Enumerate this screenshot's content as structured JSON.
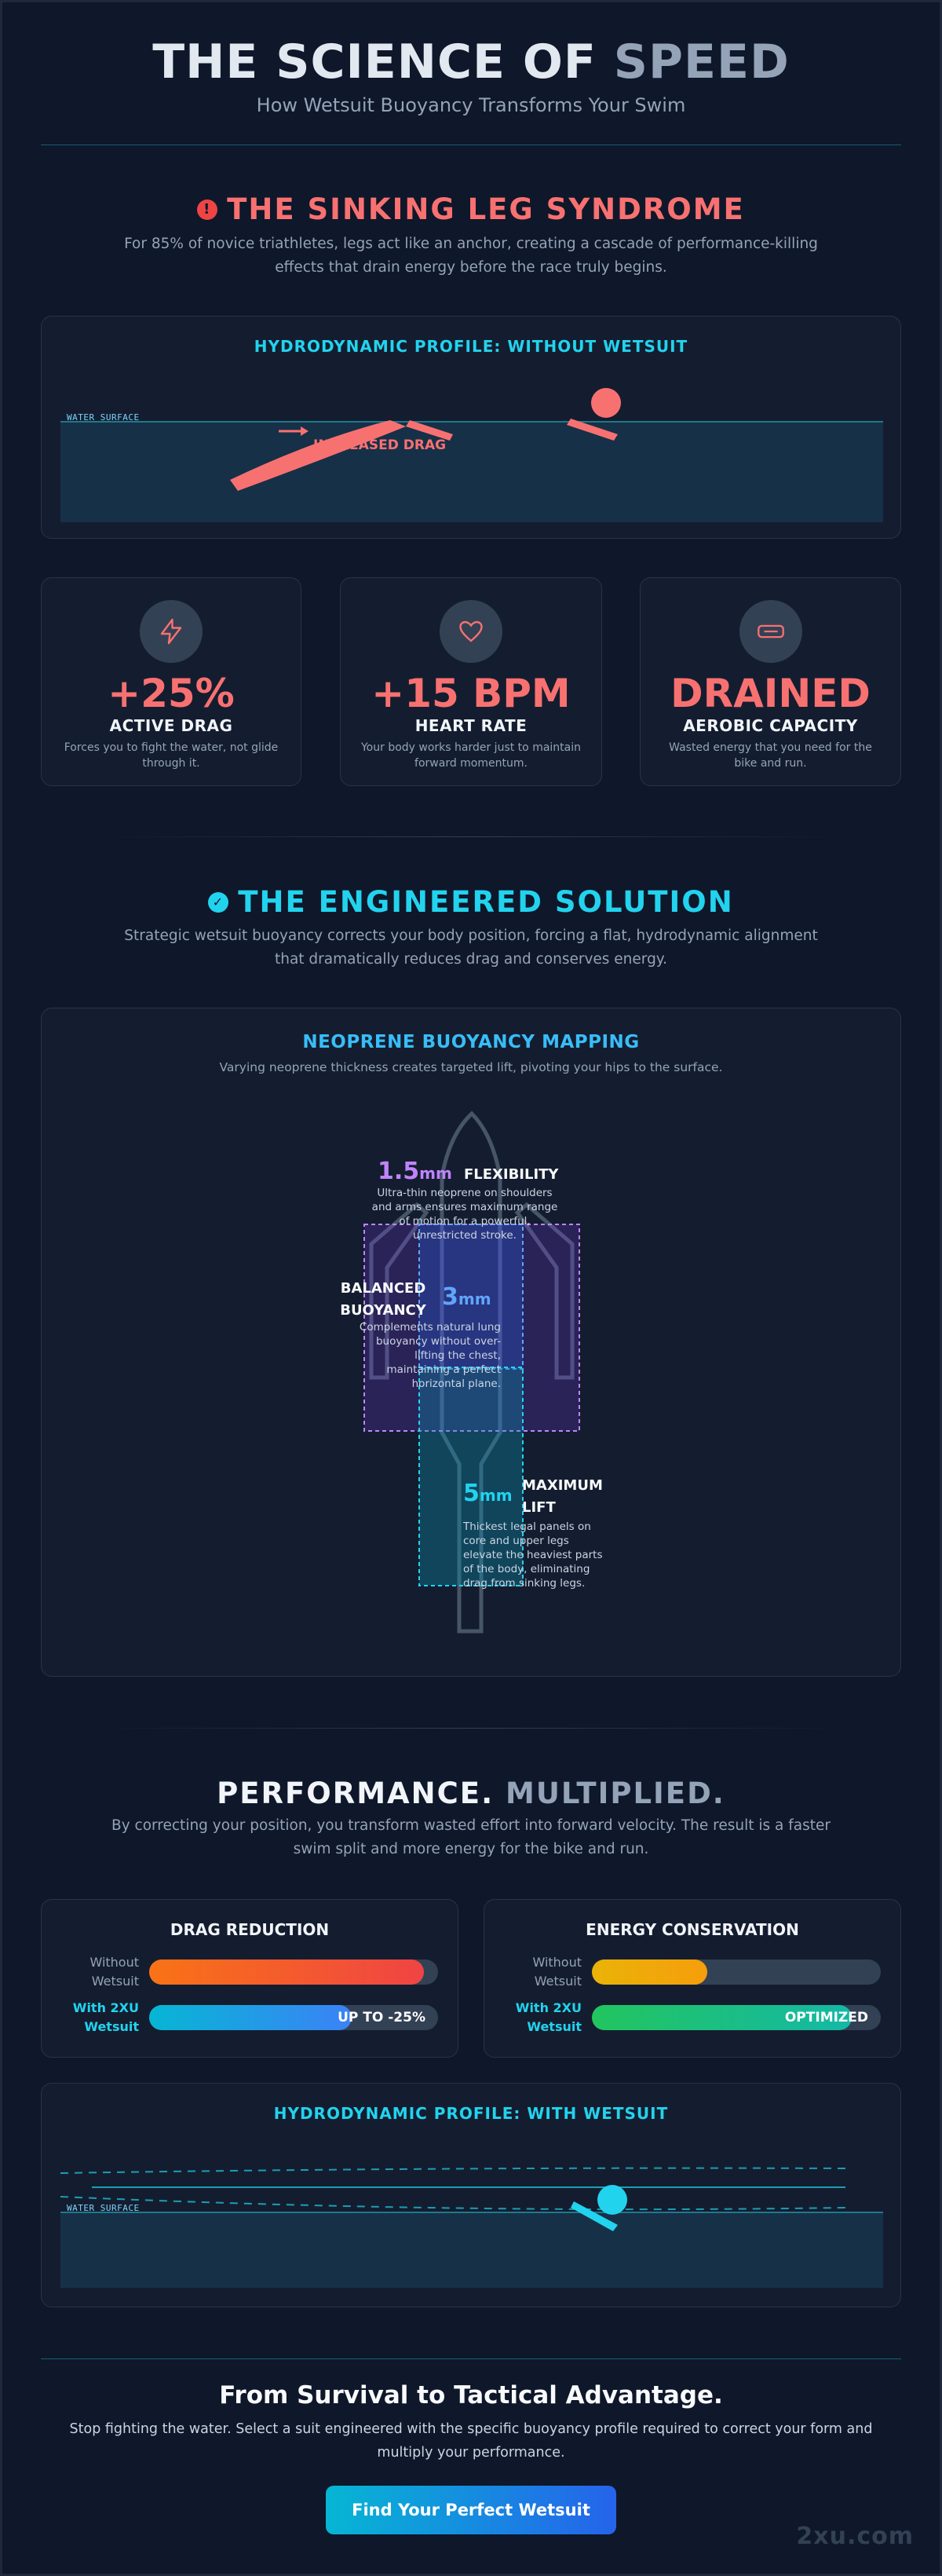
{
  "hero": {
    "title_main": "THE SCIENCE OF ",
    "title_accent": "SPEED",
    "subtitle": "How Wetsuit Buoyancy Transforms Your Swim"
  },
  "problem": {
    "title": "THE SINKING LEG SYNDROME",
    "description_line1": "For 85% of novice triathletes, legs act like an anchor, creating a cascade of performance-killing",
    "description_line2": "effects that drain energy before the race truly begins.",
    "profile_title": "HYDRODYNAMIC PROFILE: WITHOUT WETSUIT",
    "water_label": "WATER SURFACE",
    "drag_label": "INCREASED DRAG"
  },
  "stats": [
    {
      "value": "+25%",
      "label": "ACTIVE DRAG",
      "desc_line1": "Forces you to fight the water, not glide",
      "desc_line2": "through it.",
      "icon": "lightning-icon"
    },
    {
      "value": "+15 BPM",
      "label": "HEART RATE",
      "desc_line1": "Your body works harder just to maintain",
      "desc_line2": "forward momentum.",
      "icon": "heart-icon"
    },
    {
      "value": "DRAINED",
      "label": "AEROBIC CAPACITY",
      "desc_line1": "Wasted energy that you need for the",
      "desc_line2": "bike and run.",
      "icon": "battery-icon"
    }
  ],
  "solution": {
    "title": "THE ENGINEERED SOLUTION",
    "description_line1": "Strategic wetsuit buoyancy corrects your body position, forcing a flat, hydrodynamic alignment",
    "description_line2": "that dramatically reduces drag and conserves energy.",
    "map_title": "NEOPRENE BUOYANCY MAPPING",
    "map_subtitle": "Varying neoprene thickness creates targeted lift, pivoting your hips to the surface.",
    "zones": {
      "flex": {
        "value": "1.5",
        "unit": "mm",
        "label": "FLEXIBILITY",
        "lines": [
          "Ultra-thin neoprene on shoulders",
          "and arms ensures maximum range",
          "of motion for a powerful,",
          "unrestricted stroke."
        ]
      },
      "balanced": {
        "value": "3",
        "unit": "mm",
        "label_line1": "BALANCED",
        "label_line2": "BUOYANCY",
        "lines": [
          "Complements natural lung",
          "buoyancy without over-",
          "lifting the chest,",
          "maintaining a perfect",
          "horizontal plane."
        ]
      },
      "lift": {
        "value": "5",
        "unit": "mm",
        "label_line1": "MAXIMUM",
        "label_line2": "LIFT",
        "lines": [
          "Thickest legal panels on",
          "core and upper legs",
          "elevate the heaviest parts",
          "of the body, eliminating",
          "drag from sinking legs."
        ]
      }
    }
  },
  "performance": {
    "title_main": "PERFORMANCE.",
    "title_accent": " MULTIPLIED.",
    "description_line1": "By correcting your position, you transform wasted effort into forward velocity. The result is a faster",
    "description_line2": "swim split and more energy for the bike and run.",
    "drag": {
      "title": "DRAG REDUCTION",
      "without_line1": "Without",
      "without_line2": "Wetsuit",
      "with_line1": "With 2XU",
      "with_line2": "Wetsuit",
      "without_level": 0.95,
      "with_level": 0.7,
      "with_text": "UP TO -25%"
    },
    "energy": {
      "title": "ENERGY CONSERVATION",
      "without_line1": "Without",
      "without_line2": "Wetsuit",
      "with_line1": "With 2XU",
      "with_line2": "Wetsuit",
      "without_level": 0.4,
      "with_level": 0.9,
      "with_text": "OPTIMIZED"
    },
    "profile_title": "HYDRODYNAMIC PROFILE: WITH WETSUIT",
    "water_label": "WATER SURFACE"
  },
  "closing": {
    "title": "From Survival to Tactical Advantage.",
    "text_line1": "Stop fighting the water. Select a suit engineered with the specific buoyancy profile required to correct your form and",
    "text_line2": "multiply your performance.",
    "cta": "Find Your Perfect Wetsuit"
  },
  "brand": {
    "watermark": "2xu.com"
  },
  "colors": {
    "background": "#0f172a",
    "danger": "#f87171",
    "cyan": "#22d3ee",
    "purple": "#a78bfa",
    "blue": "#60a5fa"
  }
}
